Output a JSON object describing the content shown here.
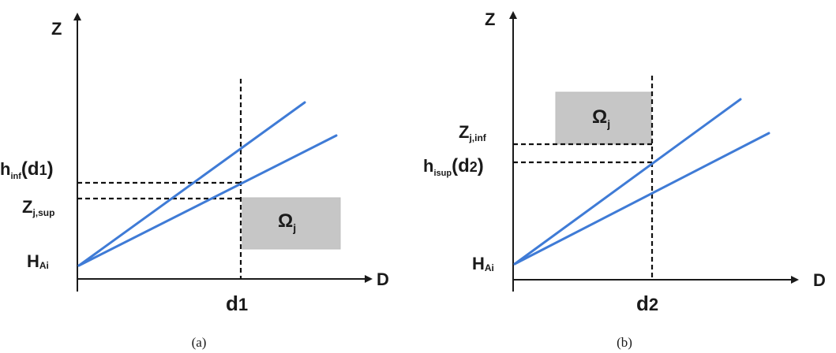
{
  "panel_a": {
    "axis_z": "Z",
    "axis_d": "D",
    "h_label_main": "h",
    "h_label_sub": "inf",
    "h_label_arg": "(d",
    "h_label_arg_num": "1",
    "h_label_close": ")",
    "zsup_main": "Z",
    "zsup_sub": "j,sup",
    "hai_main": "H",
    "hai_sub": "Ai",
    "omega_main": "Ω",
    "omega_sub": "j",
    "d_main": "d",
    "d_num": "1",
    "caption": "(a)"
  },
  "panel_b": {
    "axis_z": "Z",
    "axis_d": "D",
    "zinf_main": "Z",
    "zinf_sub": "j,inf",
    "h_label_main": "h",
    "h_label_sub": "isup",
    "h_label_arg": "(d",
    "h_label_arg_num": "2",
    "h_label_close": ")",
    "hai_main": "H",
    "hai_sub": "Ai",
    "omega_main": "Ω",
    "omega_sub": "j",
    "d_main": "d",
    "d_num": "2",
    "caption": "(b)"
  },
  "colors": {
    "line": "#3f7bd6",
    "box": "#c6c6c6",
    "ink": "#1a1a1a"
  }
}
